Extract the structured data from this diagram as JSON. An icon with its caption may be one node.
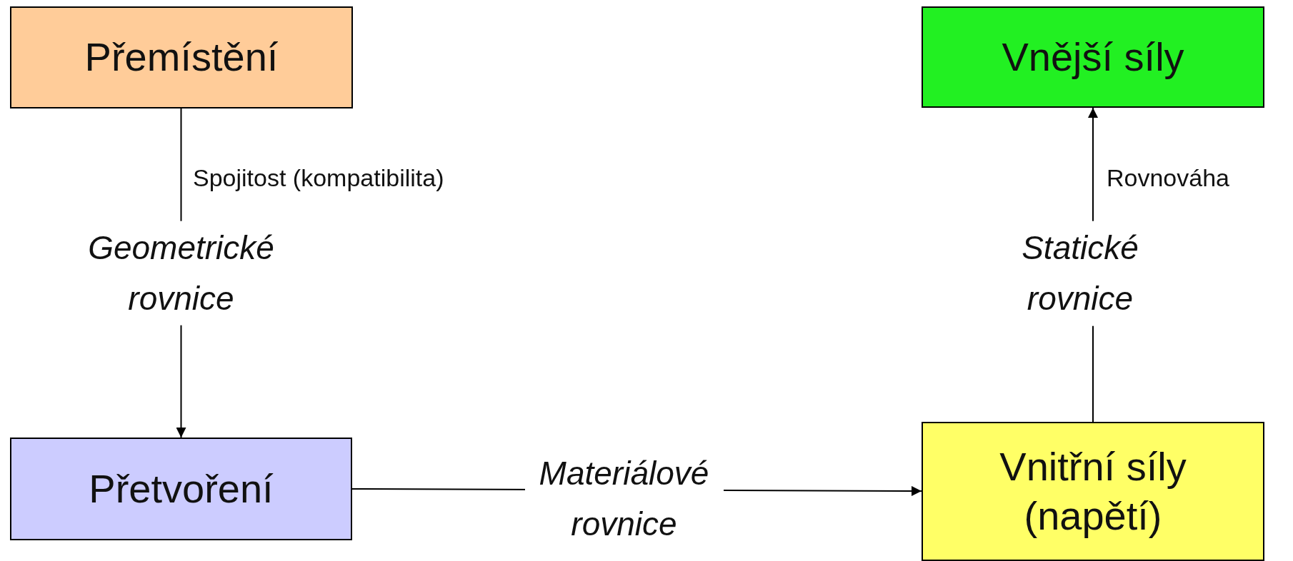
{
  "diagram": {
    "nodes": [
      {
        "text": [
          "Přemístění"
        ]
      },
      {
        "text": [
          "Vnější síly"
        ]
      },
      {
        "text": [
          "Přetvoření"
        ]
      },
      {
        "text": [
          "Vnitřní síly (napětí)"
        ]
      }
    ],
    "edges": [
      {
        "from": 0,
        "to": 2,
        "arrow": "to",
        "label": "Geometrické rovnice"
      },
      {
        "from": 2,
        "to": 3,
        "arrow": "to",
        "label": "Materiálové rovnice"
      },
      {
        "from": 3,
        "to": 1,
        "arrow": "to",
        "label": "Statické rovnice"
      }
    ],
    "labels": [
      "Spojitost (kompatibilita)",
      "Rovnováha"
    ]
  }
}
